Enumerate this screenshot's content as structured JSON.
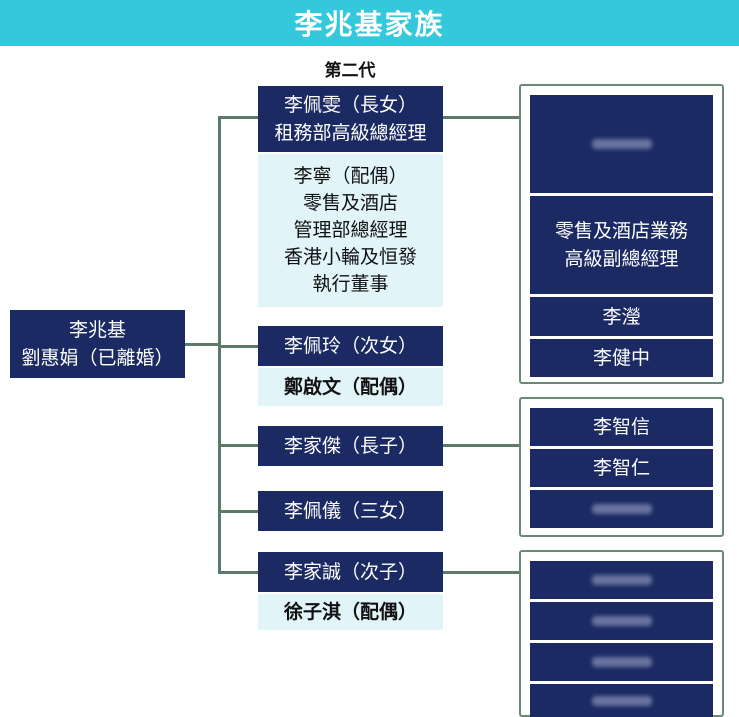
{
  "title": "李兆基家族",
  "generation_label": "第二代",
  "parent": {
    "line1": "李兆基",
    "line2": "劉惠娟（已離婚）"
  },
  "children": [
    {
      "name": "李佩雯（長女）",
      "title": "租務部高級總經理",
      "spouse_lines": [
        "李寧（配偶）",
        "零售及酒店",
        "管理部總經理",
        "香港小輪及恒發",
        "執行董事"
      ]
    },
    {
      "name": "李佩玲（次女）",
      "spouse_lines": [
        "鄭啟文（配偶）"
      ]
    },
    {
      "name": "李家傑（長子）"
    },
    {
      "name": "李佩儀（三女）"
    },
    {
      "name": "李家誠（次子）",
      "spouse_lines": [
        "徐子淇（配偶）"
      ]
    }
  ],
  "grandchildren": {
    "group1": {
      "cell2_line1": "零售及酒店業務",
      "cell2_line2": "高級副總經理",
      "cell3": "李瀅",
      "cell4": "李健中"
    },
    "group2": {
      "cell1": "李智信",
      "cell2": "李智仁"
    }
  }
}
